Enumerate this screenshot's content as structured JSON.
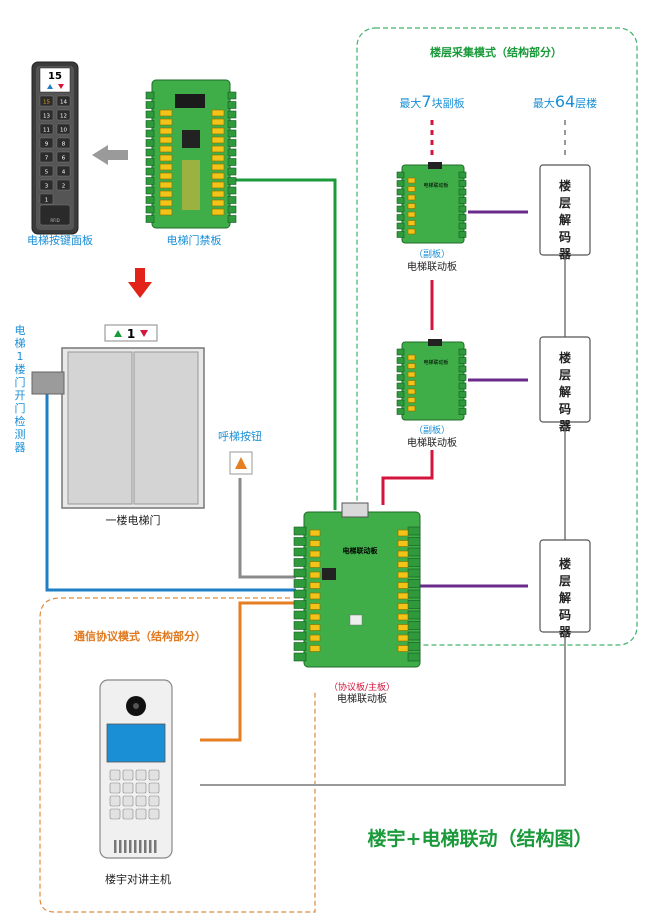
{
  "diagram": {
    "title": "楼宇+电梯联动（结构图）",
    "floor_mode": {
      "title": "楼层采集模式（结构部分）",
      "max_sub_boards": {
        "prefix": "最大",
        "number": "7",
        "suffix": "块副板"
      },
      "max_floors": {
        "prefix": "最大",
        "number": "64",
        "suffix": "层楼"
      },
      "sub_board_label": "（副板）",
      "linkage_board_label": "电梯联动板",
      "decoder_label": "楼层解码器",
      "board_silk": "电梯联动板"
    },
    "comm_mode": {
      "title": "通信协议模式（结构部分）"
    },
    "main_board": {
      "role_label": "（协议板/主板）",
      "name": "电梯联动板",
      "silk": "电梯联动板"
    },
    "keypad_panel": {
      "label": "电梯按键面板",
      "display": "15",
      "buttons": [
        "15",
        "14",
        "13",
        "12",
        "11",
        "10",
        "9",
        "8",
        "7",
        "6",
        "5",
        "4",
        "3",
        "2",
        "1"
      ],
      "bottom_text": "RFID"
    },
    "access_board": {
      "label": "电梯门禁板"
    },
    "elevator_door": {
      "label": "一楼电梯门",
      "floor_indicator": "1"
    },
    "door_detector": {
      "label": "电梯1楼门开门检测器"
    },
    "call_button": {
      "label": "呼梯按钮"
    },
    "intercom": {
      "label": "楼宇对讲主机"
    },
    "colors": {
      "green_wire": "#1b9a3a",
      "red_wire": "#d4143c",
      "purple_wire": "#6a2b8c",
      "blue_wire": "#1e7fc6",
      "orange_wire": "#e67e22",
      "gray_wire": "#8a8a8a",
      "accent_blue": "#1a8fd6",
      "title_green": "#1a9a3a"
    }
  }
}
